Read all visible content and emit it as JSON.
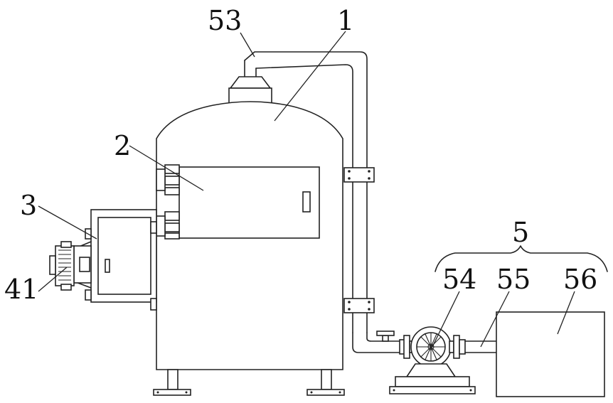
{
  "labels": {
    "tank": "1",
    "door": "2",
    "side_box": "3",
    "motor": "41",
    "group": "5",
    "vent_pipe": "53",
    "pump": "54",
    "outlet_pipe": "55",
    "tank_box": "56"
  }
}
